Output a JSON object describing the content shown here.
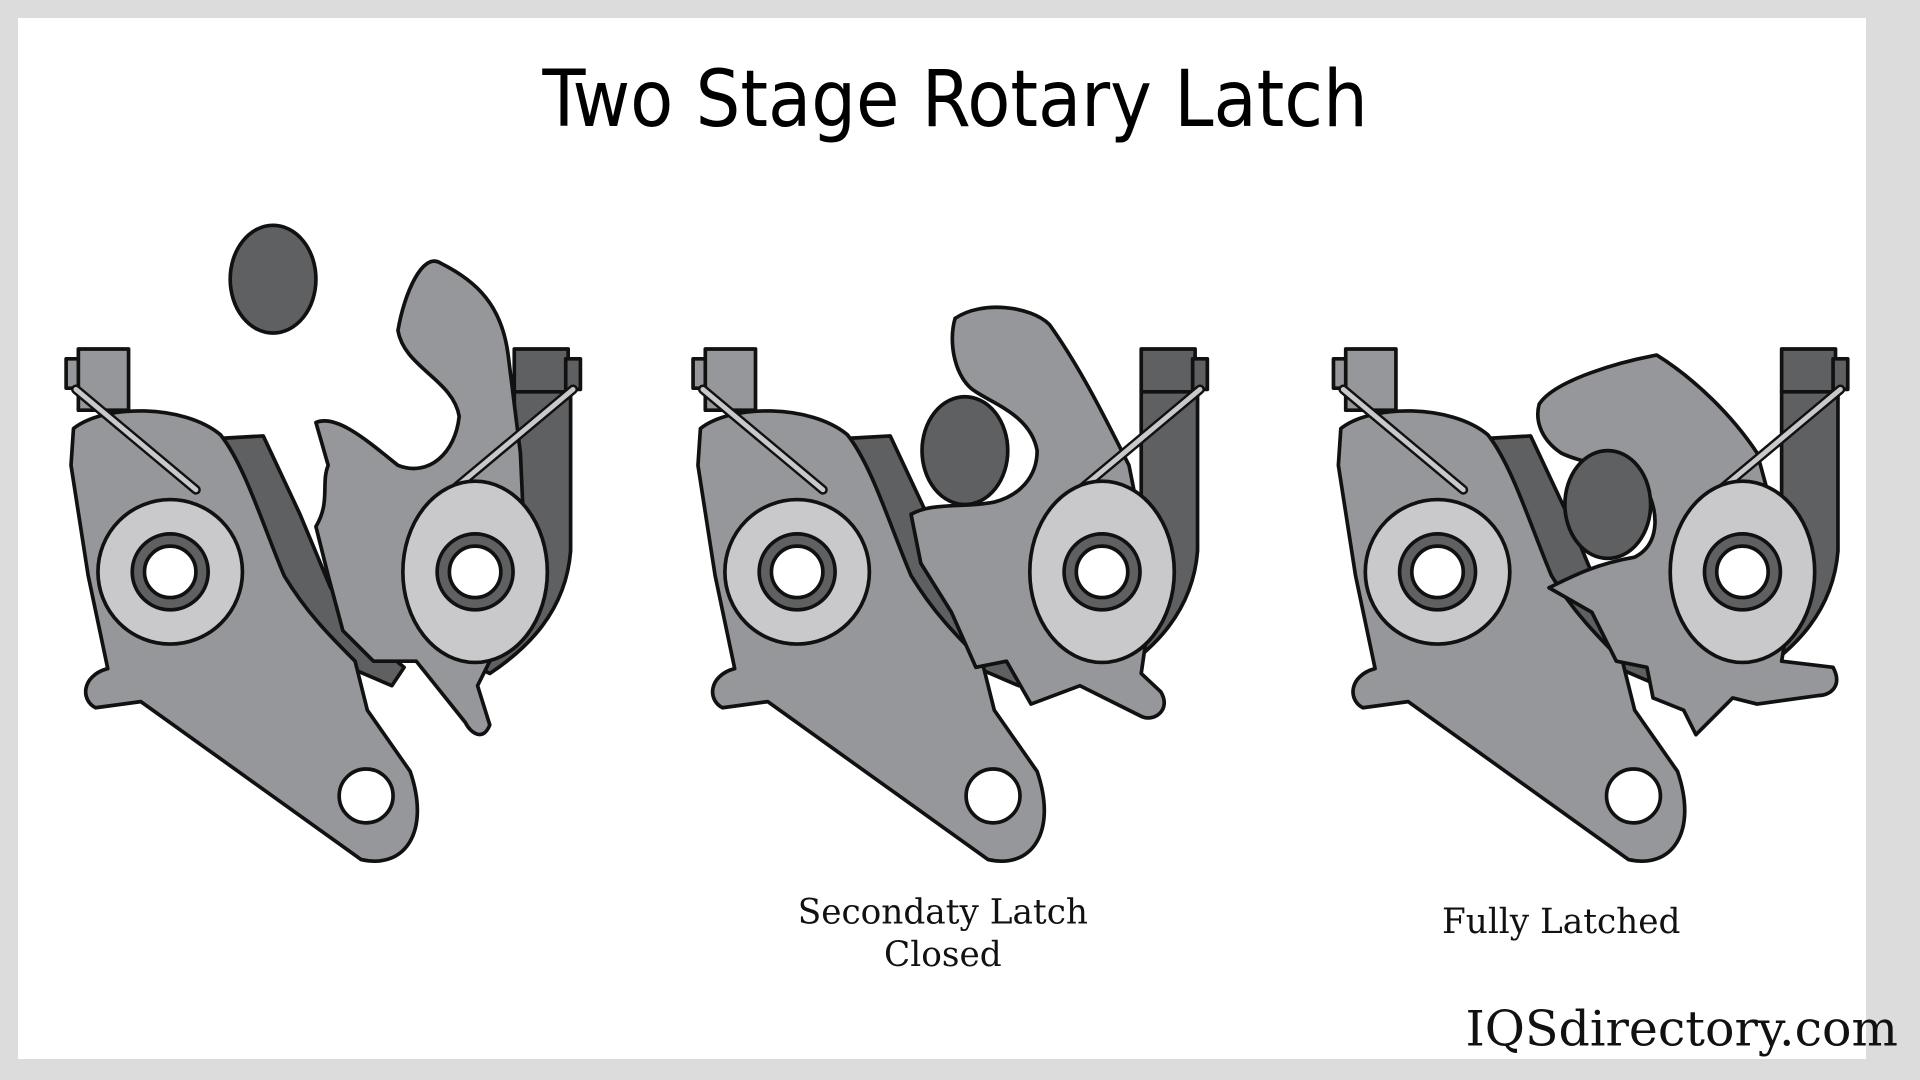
{
  "title": "Two Stage Rotary Latch",
  "panels": [
    {
      "caption_lines": []
    },
    {
      "caption_lines": [
        "Secondaty Latch",
        "Closed"
      ]
    },
    {
      "caption_lines": [
        "Fully Latched"
      ]
    }
  ],
  "brand": "IQSdirectory.com",
  "colors": {
    "plate": "#96979a",
    "dark": "#5f6062",
    "ring": "#c9c9cb",
    "striker": "#5f6062",
    "frame": "#dcdcdc"
  }
}
